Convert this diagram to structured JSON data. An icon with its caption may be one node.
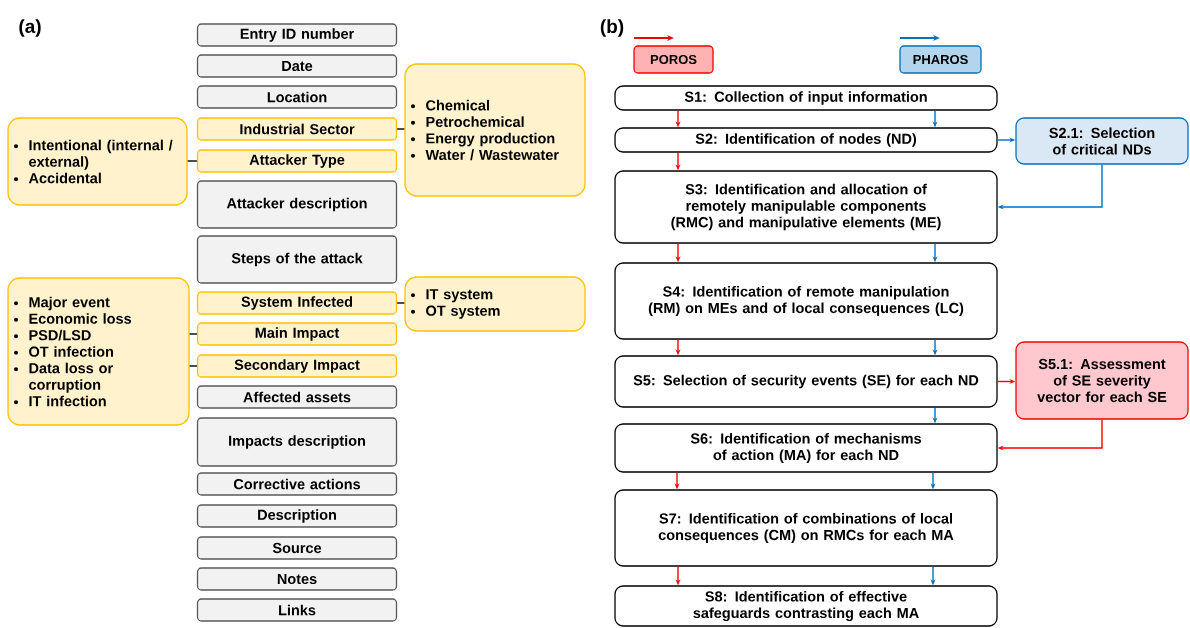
{
  "diagram": {
    "nodes": [
      {
        "text": [
          "Entry ID number"
        ]
      },
      {
        "text": [
          "Date"
        ]
      },
      {
        "text": [
          "Location"
        ]
      },
      {
        "text": [
          "Industrial Sector"
        ]
      },
      {
        "text": [
          "Attacker Type"
        ]
      },
      {
        "text": [
          "Attacker description"
        ]
      },
      {
        "text": [
          "Steps of the attack"
        ]
      },
      {
        "text": [
          "System Infected"
        ]
      },
      {
        "text": [
          "Main Impact"
        ]
      },
      {
        "text": [
          "Secondary Impact"
        ]
      },
      {
        "text": [
          "Affected assets"
        ]
      },
      {
        "text": [
          "Impacts description"
        ]
      },
      {
        "text": [
          "Corrective actions"
        ]
      },
      {
        "text": [
          "Description"
        ]
      },
      {
        "text": [
          "Source"
        ]
      },
      {
        "text": [
          "Notes"
        ]
      },
      {
        "text": [
          "Links"
        ]
      },
      {
        "text": [
          "Intentional (internal / external)",
          "Accidental"
        ]
      },
      {
        "text": [
          "Chemical",
          "Petrochemical",
          "Energy production",
          "Water / Wastewater"
        ]
      },
      {
        "text": [
          "Major event",
          "Economic loss",
          "PSD/LSD",
          "OT infection",
          "Data loss or corruption",
          "IT infection"
        ]
      },
      {
        "text": [
          "IT system",
          "OT system"
        ]
      },
      {
        "text": [
          "S1: Collection of input information"
        ]
      },
      {
        "text": [
          "S2: Identification of nodes (ND)"
        ]
      },
      {
        "text": [
          "S2.1: Selection of critical NDs"
        ]
      },
      {
        "text": [
          "S3: Identification and allocation of remotely manipulable components (RMC) and manipulative elements (ME)"
        ]
      },
      {
        "text": [
          "S4: Identification of remote manipulation (RM) on MEs and of local consequences (LC)"
        ]
      },
      {
        "text": [
          "S5: Selection of security events (SE) for each ND"
        ]
      },
      {
        "text": [
          "S5.1: Assessment of SE severity vector for each SE"
        ]
      },
      {
        "text": [
          "S6: Identification of mechanisms of action (MA) for each ND"
        ]
      },
      {
        "text": [
          "S7: Identification of combinations of local consequences (CM) on RMCs for each MA"
        ]
      },
      {
        "text": [
          "S8: Identification of effective safeguards contrasting each MA"
        ]
      }
    ],
    "edges": [
      {
        "from": 3,
        "to": 18,
        "arrow": "none",
        "color": "#000000"
      },
      {
        "from": 4,
        "to": 17,
        "arrow": "none",
        "color": "#000000"
      },
      {
        "from": 7,
        "to": 20,
        "arrow": "none",
        "color": "#000000"
      },
      {
        "from": 8,
        "to": 19,
        "arrow": "none",
        "color": "#000000"
      },
      {
        "from": 9,
        "to": 19,
        "arrow": "none",
        "color": "#000000"
      },
      {
        "from": 21,
        "to": 22,
        "arrow": "to",
        "color": "#ff0000"
      },
      {
        "from": 21,
        "to": 22,
        "arrow": "to",
        "color": "#0070c0"
      },
      {
        "from": 22,
        "to": 24,
        "arrow": "to",
        "color": "#ff0000"
      },
      {
        "from": 22,
        "to": 23,
        "arrow": "to",
        "color": "#0070c0"
      },
      {
        "from": 23,
        "to": 24,
        "arrow": "to",
        "color": "#0070c0"
      },
      {
        "from": 24,
        "to": 25,
        "arrow": "to",
        "color": "#ff0000"
      },
      {
        "from": 24,
        "to": 25,
        "arrow": "to",
        "color": "#0070c0"
      },
      {
        "from": 25,
        "to": 26,
        "arrow": "to",
        "color": "#ff0000"
      },
      {
        "from": 25,
        "to": 26,
        "arrow": "to",
        "color": "#0070c0"
      },
      {
        "from": 26,
        "to": 27,
        "arrow": "to",
        "color": "#ff0000"
      },
      {
        "from": 27,
        "to": 28,
        "arrow": "to",
        "color": "#ff0000"
      },
      {
        "from": 26,
        "to": 28,
        "arrow": "to",
        "color": "#0070c0"
      },
      {
        "from": 28,
        "to": 29,
        "arrow": "to",
        "color": "#ff0000"
      },
      {
        "from": 28,
        "to": 29,
        "arrow": "to",
        "color": "#0070c0"
      },
      {
        "from": 29,
        "to": 30,
        "arrow": "to",
        "color": "#ff0000"
      },
      {
        "from": 29,
        "to": 30,
        "arrow": "to",
        "color": "#0070c0"
      }
    ],
    "labels": [
      "(a)",
      "(b)"
    ],
    "legend": [
      {
        "text": "POROS",
        "color": "#ff0000"
      },
      {
        "text": "PHAROS",
        "color": "#0070c0"
      }
    ]
  }
}
